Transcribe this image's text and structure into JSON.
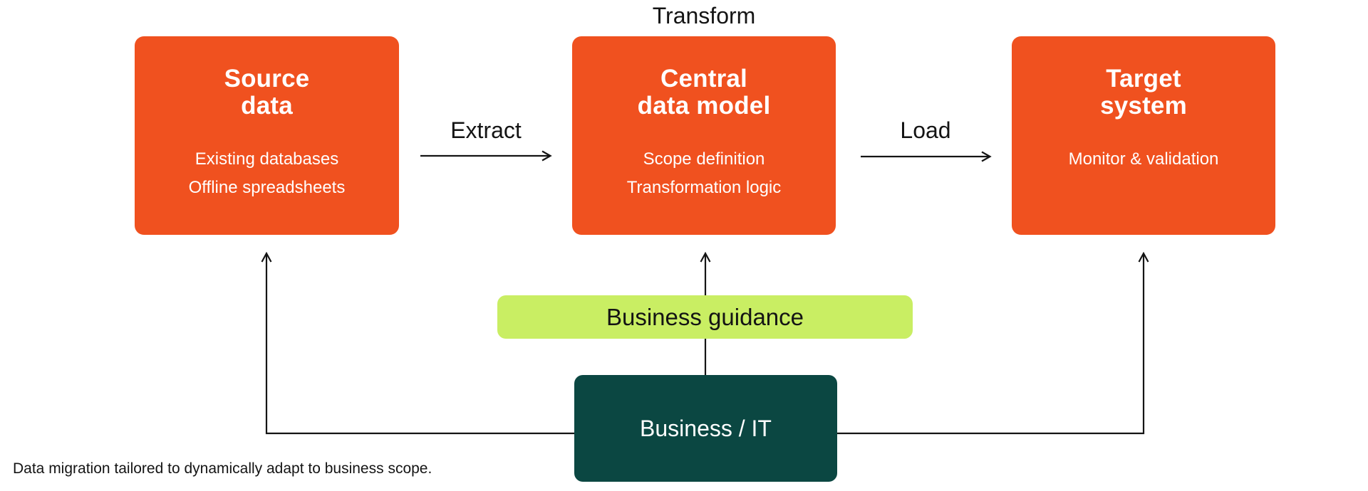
{
  "diagram": {
    "transform_label": "Transform",
    "extract_label": "Extract",
    "load_label": "Load",
    "nodes": [
      {
        "title_line1": "Source",
        "title_line2": "data",
        "items": [
          "Existing databases",
          "Offline spreadsheets"
        ]
      },
      {
        "title_line1": "Central",
        "title_line2": "data model",
        "items": [
          "Scope definition",
          "Transformation logic"
        ]
      },
      {
        "title_line1": "Target",
        "title_line2": "system",
        "items": [
          "Monitor & validation"
        ]
      }
    ],
    "guidance_label": "Business guidance",
    "actor_label": "Business / IT",
    "caption": "Data migration tailored to dynamically adapt to business scope."
  },
  "colors": {
    "background": "#FFFFFF",
    "node_fill": "#F0511F",
    "node_text": "#FFFFFF",
    "guidance_fill": "#C9EE63",
    "actor_fill": "#0B4742",
    "label_text": "#141414",
    "arrow": "#141414"
  }
}
